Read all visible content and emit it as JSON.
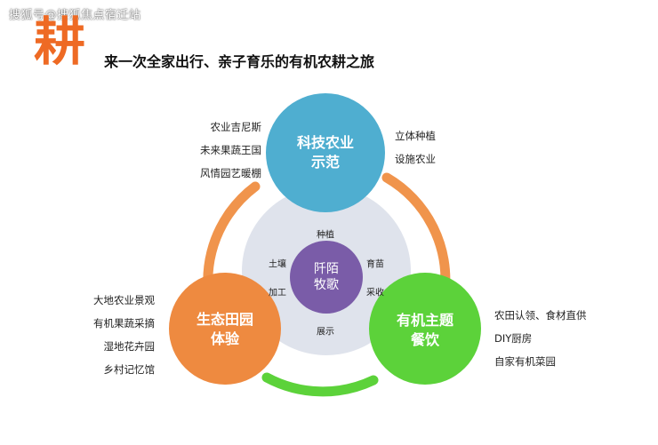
{
  "watermark": "搜狐号@搜狐焦点宿迁站",
  "header": {
    "big_char": "耕",
    "title": "来一次全家出行、亲子育乐的有机农耕之旅"
  },
  "circles": {
    "top": {
      "line1": "科技农业",
      "line2": "示范",
      "color": "#4faed0"
    },
    "left": {
      "line1": "生态田园",
      "line2": "体验",
      "color": "#ee8a40"
    },
    "right": {
      "line1": "有机主题",
      "line2": "餐饮",
      "color": "#5cd23a"
    },
    "center": {
      "line1": "阡陌",
      "line2": "牧歌",
      "color": "#7a5ca8"
    }
  },
  "inner_ring": {
    "top": "种植",
    "upper_left": "土壤",
    "upper_right": "育苗",
    "lower_left": "加工",
    "lower_right": "采收",
    "bottom": "展示"
  },
  "lists": {
    "top_left": [
      "农业吉尼斯",
      "未来果蔬王国",
      "风情园艺暖棚"
    ],
    "top_right": [
      "立体种植",
      "设施农业"
    ],
    "bottom_left": [
      "大地农业景观",
      "有机果蔬采摘",
      "湿地花卉园",
      "乡村记忆馆"
    ],
    "bottom_right": [
      "农田认领、食材直供",
      "DIY厨房",
      "自家有机菜园"
    ]
  },
  "colors": {
    "accent_orange": "#ee6a24",
    "ring_orange": "#f0944c",
    "ring_green": "#5cd23a",
    "inner_disc": "#dfe3ec"
  }
}
